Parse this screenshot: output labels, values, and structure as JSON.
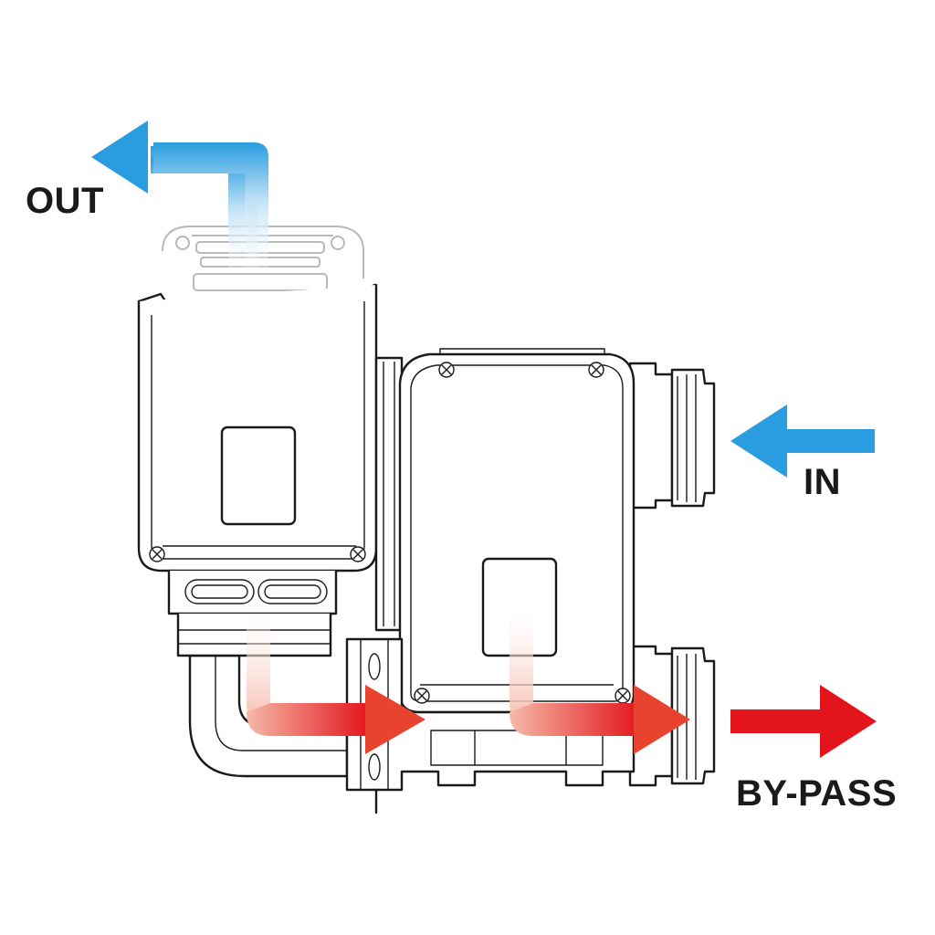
{
  "labels": {
    "out": "OUT",
    "in": "IN",
    "bypass": "BY-PASS"
  },
  "colors": {
    "inflow_blue": "#2a9de0",
    "outflow_light_blue": "#dff0fb",
    "bypass_red": "#e3141b",
    "internal_flow_pink": "#fbe3dd",
    "line": "#1a1a1a",
    "background": "#ffffff"
  }
}
